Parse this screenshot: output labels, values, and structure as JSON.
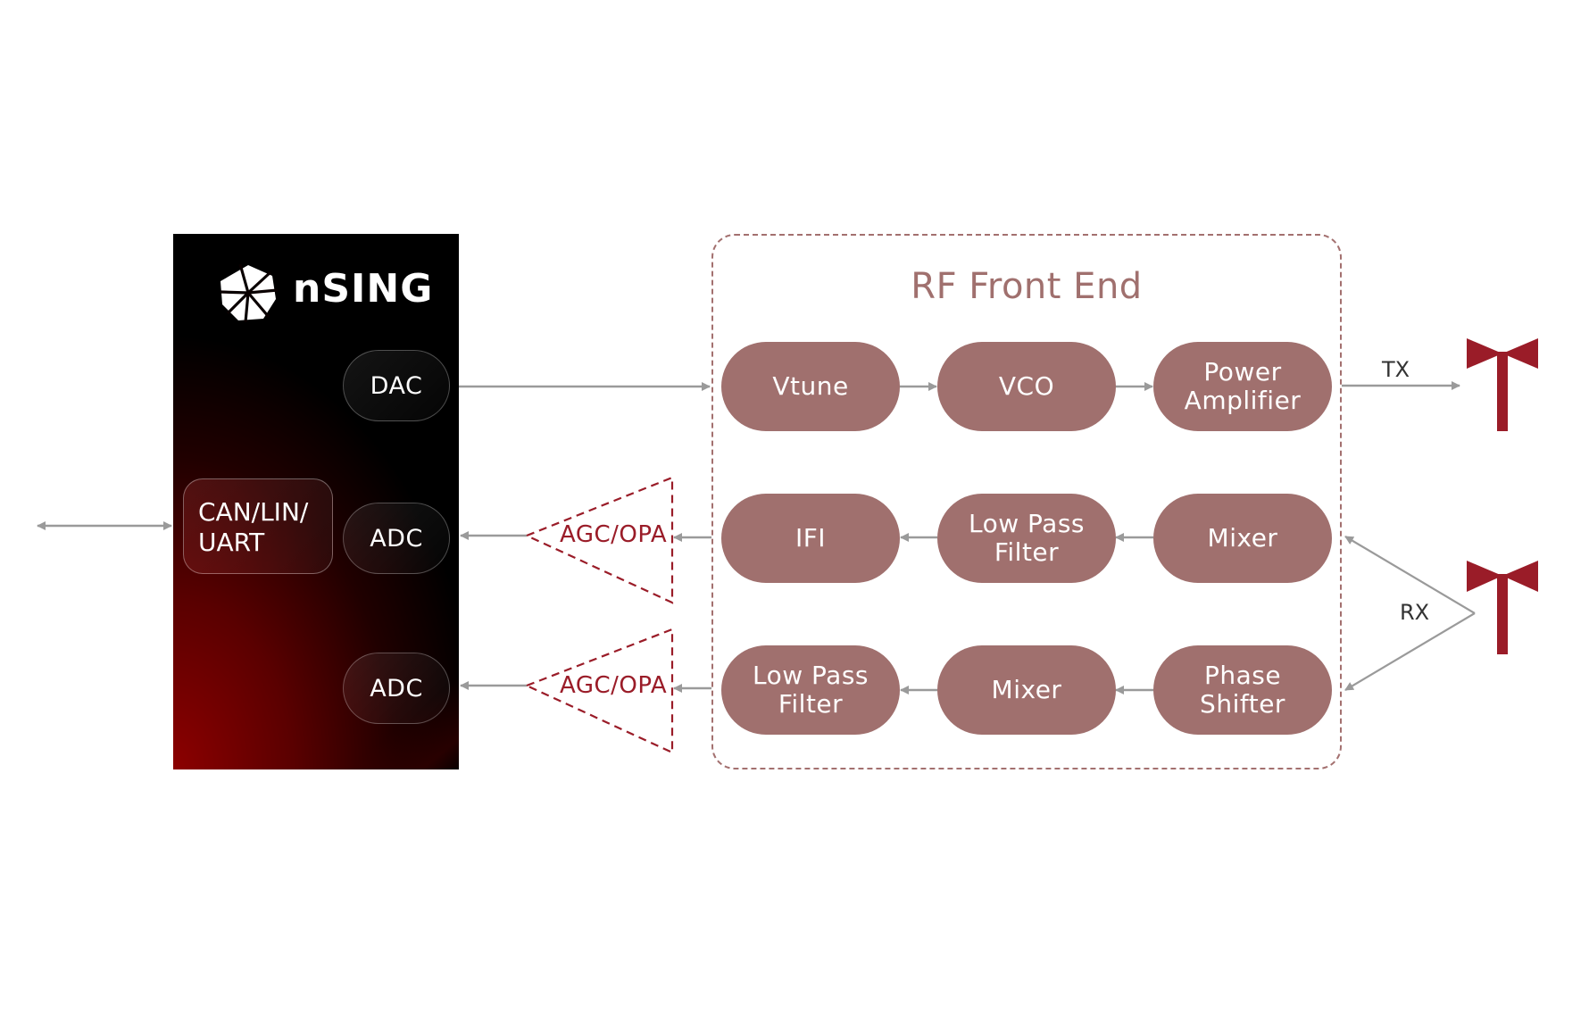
{
  "mcu": {
    "brand": "nSING",
    "logo_icon": "nsing-logo-icon",
    "blocks": {
      "dac": "DAC",
      "adc_1": "ADC",
      "adc_2": "ADC",
      "interface_line1": "CAN/LIN/",
      "interface_line2": "UART"
    }
  },
  "amplifiers": [
    {
      "label": "AGC/OPA"
    },
    {
      "label": "AGC/OPA"
    }
  ],
  "rf_front_end": {
    "title": "RF Front End",
    "rows": [
      {
        "direction": "right",
        "blocks": [
          [
            "Vtune"
          ],
          [
            "VCO"
          ],
          [
            "Power",
            "Amplifier"
          ]
        ]
      },
      {
        "direction": "left",
        "blocks": [
          [
            "IFI"
          ],
          [
            "Low Pass",
            "Filter"
          ],
          [
            "Mixer"
          ]
        ]
      },
      {
        "direction": "left",
        "blocks": [
          [
            "Low Pass",
            "Filter"
          ],
          [
            "Mixer"
          ],
          [
            "Phase",
            "Shifter"
          ]
        ]
      }
    ]
  },
  "antennas": {
    "tx_label": "TX",
    "rx_label": "RX",
    "icon": "antenna-icon"
  },
  "colors": {
    "block_fill": "#a0706e",
    "dashed_border": "#a3706f",
    "amp_accent": "#9a1c28",
    "antenna": "#9a1c28",
    "arrow": "#9a9a9a"
  }
}
